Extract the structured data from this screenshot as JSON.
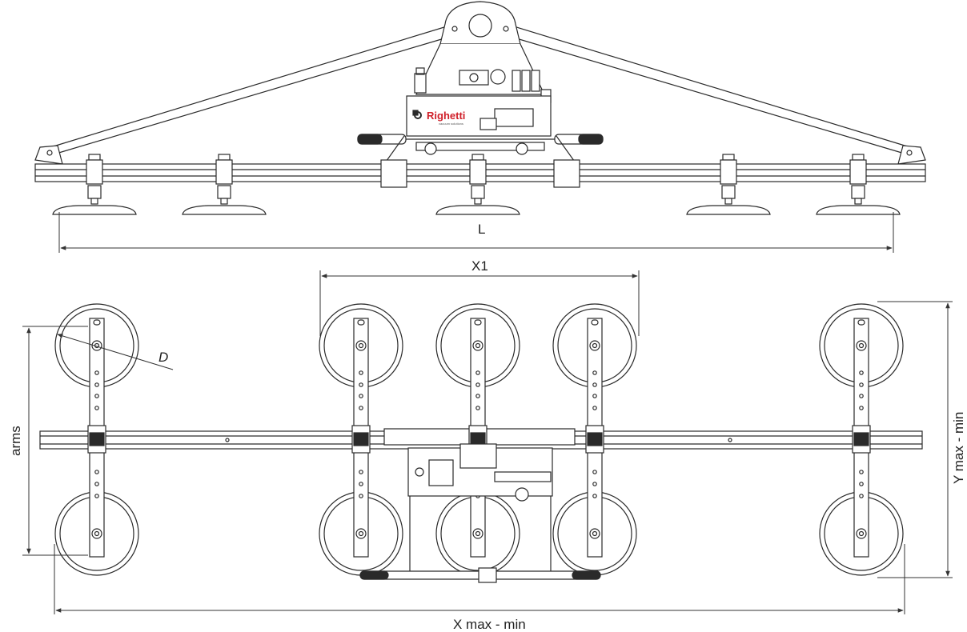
{
  "brand": {
    "name": "Righetti",
    "tagline": "vacuum solutions",
    "color": "#d0202a"
  },
  "dimensions": {
    "length": "L",
    "x1": "X1",
    "diameter": "D",
    "arms": "arms",
    "x_range": "X max - min",
    "y_range": "Y max - min"
  },
  "colors": {
    "line": "#2a2a2a",
    "dim_line": "#333333",
    "fill_light": "#f4f4f4"
  },
  "icons": [
    "suction-cup-icon",
    "handle-icon",
    "lifting-eye-icon"
  ]
}
